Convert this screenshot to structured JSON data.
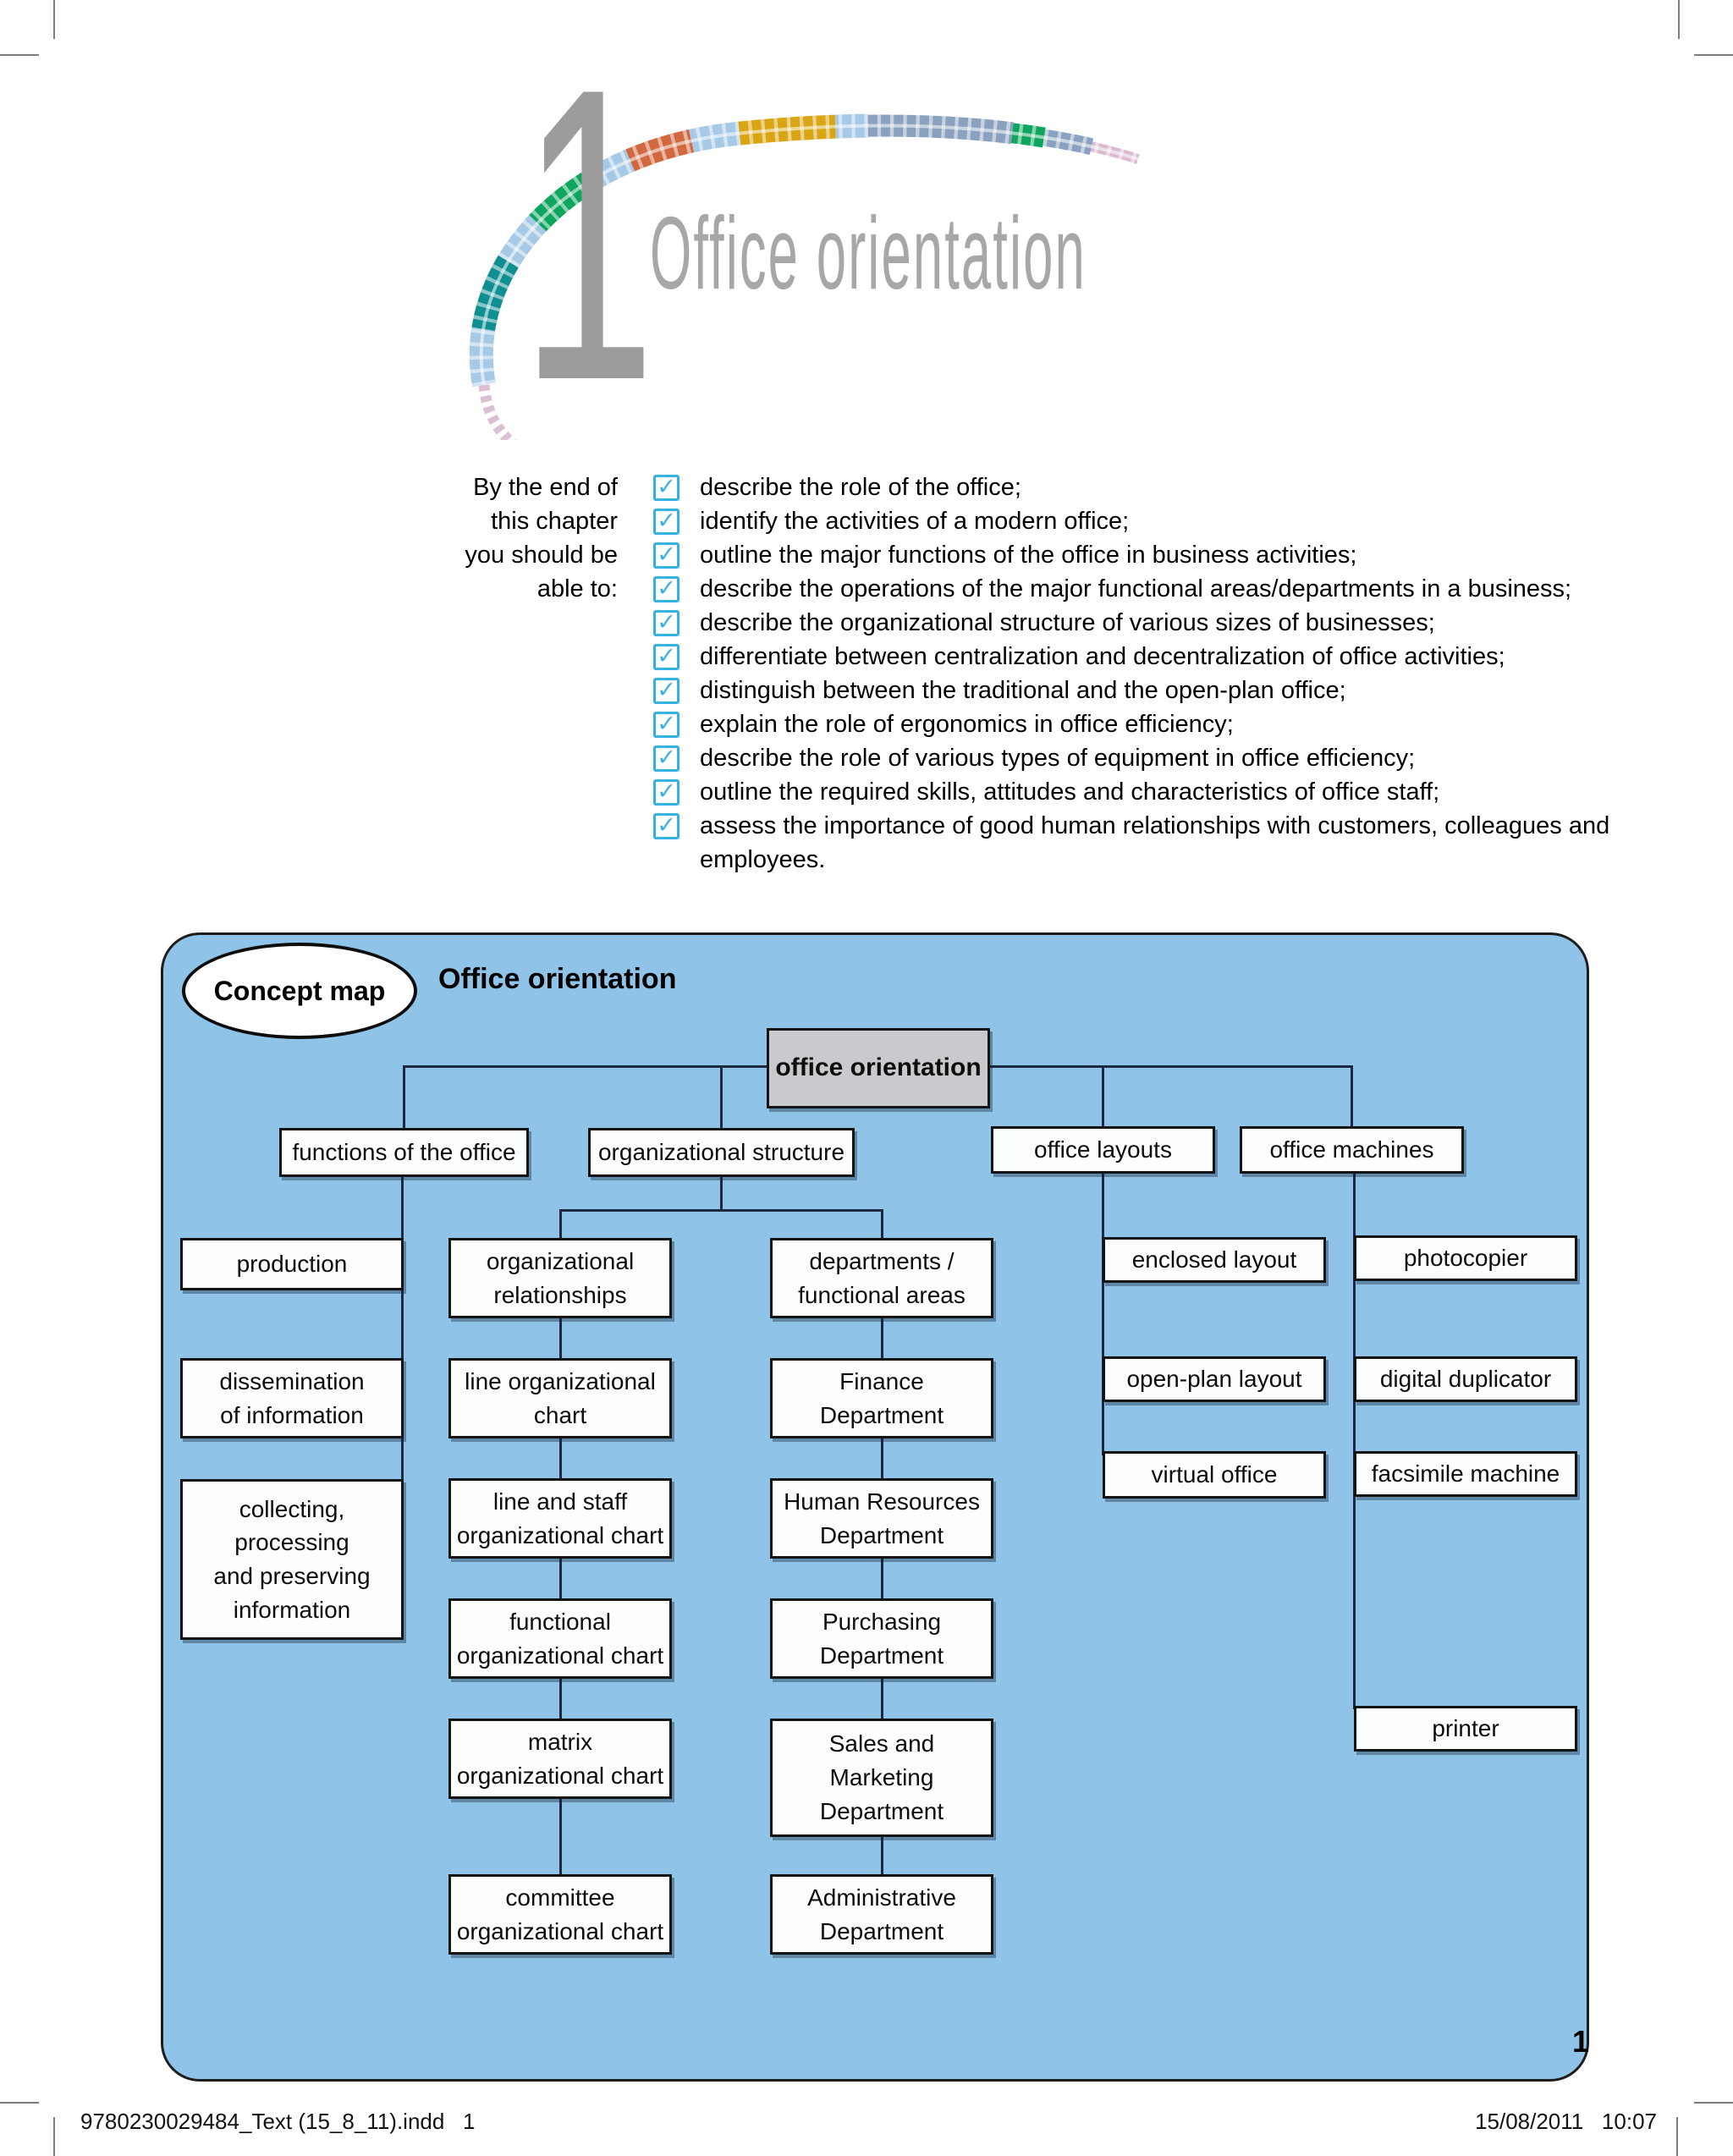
{
  "header": {
    "chapter_number": "1",
    "chapter_title": "Office orientation"
  },
  "objectives": {
    "lead_lines": [
      "By the end of",
      "this chapter",
      "you should be",
      "able to:"
    ],
    "check_glyph": "✓",
    "items": [
      "describe the role of the office;",
      "identify the activities of a modern office;",
      "outline the major functions of the office in business activities;",
      "describe the operations of the major functional areas/departments in a business;",
      "describe the organizational structure of various sizes of businesses;",
      "differentiate between centralization and decentralization of office activities;",
      "distinguish between the traditional and the open-plan office;",
      "explain the role of ergonomics in office efficiency;",
      "describe the role of various types of equipment in office efficiency;",
      "outline the required skills, attitudes and characteristics of office staff;",
      "assess the importance of good human relationships with customers, colleagues and employees."
    ]
  },
  "concept_map": {
    "badge": "Concept map",
    "title": "Office orientation",
    "nodes": {
      "root": "office orientation",
      "functions": "functions of the office",
      "org_structure": "organizational structure",
      "office_layouts": "office layouts",
      "office_machines": "office machines",
      "production": "production",
      "dissemination": "dissemination\nof information",
      "collecting": "collecting,\nprocessing\nand preserving\ninformation",
      "org_relationships": "organizational\nrelationships",
      "line_chart": "line organizational\nchart",
      "line_staff_chart": "line and staff\norganizational chart",
      "functional_chart": "functional\norganizational chart",
      "matrix_chart": "matrix\norganizational chart",
      "committee_chart": "committee\norganizational chart",
      "departments": "departments /\nfunctional areas",
      "finance": "Finance\nDepartment",
      "hr": "Human Resources\nDepartment",
      "purchasing": "Purchasing\nDepartment",
      "sales_marketing": "Sales and\nMarketing\nDepartment",
      "admin": "Administrative\nDepartment",
      "enclosed": "enclosed layout",
      "open_plan": "open-plan layout",
      "virtual": "virtual office",
      "photocopier": "photocopier",
      "digital_duplicator": "digital duplicator",
      "facsimile": "facsimile machine",
      "printer": "printer"
    }
  },
  "footer": {
    "left": "9780230029484_Text (15_8_11).indd   1",
    "right": "15/08/2011   10:07",
    "page_number": "1"
  },
  "colors": {
    "panel_blue": "#8fc3e8",
    "root_gray": "#c9cacd",
    "check_cyan": "#35b2e0",
    "connector": "#1c2940"
  }
}
